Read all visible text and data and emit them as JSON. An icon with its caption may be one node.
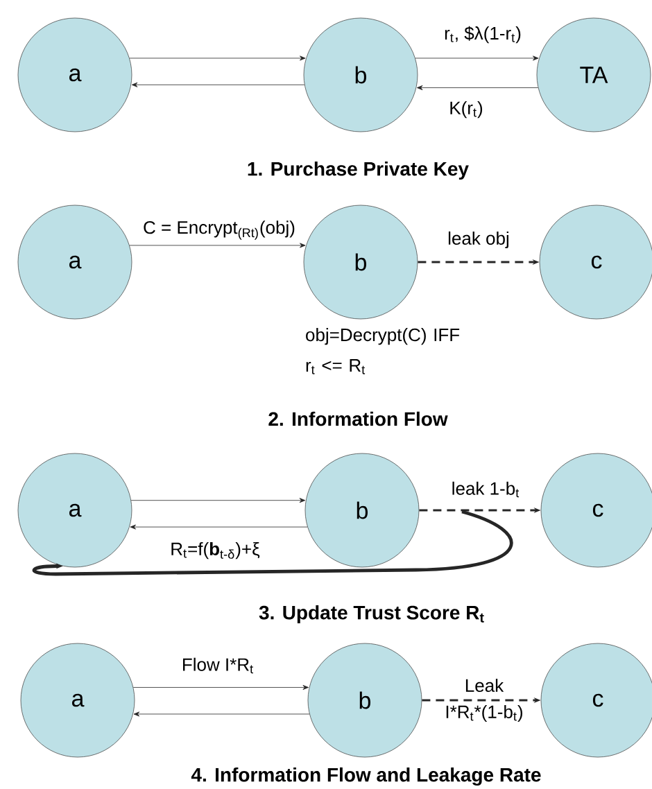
{
  "diagram": {
    "nodes": [
      {
        "text": [
          "a"
        ]
      },
      {
        "text": [
          "b"
        ]
      },
      {
        "text": [
          "TA"
        ]
      },
      {
        "text": [
          "a"
        ]
      },
      {
        "text": [
          "b"
        ],
        "beside": [
          "obj=Decrypt(C) IFF r$_{t}$ <= R$_{t}$"
        ]
      },
      {
        "text": [
          "c"
        ]
      },
      {
        "text": [
          "a"
        ]
      },
      {
        "text": [
          "b"
        ]
      },
      {
        "text": [
          "c"
        ]
      },
      {
        "text": [
          "a"
        ]
      },
      {
        "text": [
          "b"
        ]
      },
      {
        "text": [
          "c"
        ]
      }
    ],
    "edges": [
      {
        "from": 0,
        "to": 1,
        "arrow": "to"
      },
      {
        "from": 1,
        "to": 0,
        "arrow": "to"
      },
      {
        "from": 1,
        "to": 2,
        "arrow": "to",
        "label": "r$_{t}$, $λ(1-r$_{t}$)"
      },
      {
        "from": 2,
        "to": 1,
        "arrow": "to",
        "label": "K(r$_{t}$)"
      },
      {
        "from": 3,
        "to": 4,
        "arrow": "to",
        "label": "C = Encrypt$_{(Rt)}$(obj)"
      },
      {
        "from": 4,
        "to": 5,
        "arrow": "to",
        "label": "leak obj",
        "style": "dashed"
      },
      {
        "from": 6,
        "to": 7,
        "arrow": "to"
      },
      {
        "from": 7,
        "to": 6,
        "arrow": "to",
        "label": "R$_{t}$=f(**b**$_{t-δ}$)+ξ"
      },
      {
        "from": 7,
        "to": 8,
        "arrow": "to",
        "label": "leak 1-b$_{t}$",
        "style": "dashed"
      },
      {
        "from": null,
        "to": 6,
        "arrow": "to",
        "style": "thick"
      },
      {
        "from": 9,
        "to": 10,
        "arrow": "to",
        "label": "Flow I*R$_{t}$"
      },
      {
        "from": 10,
        "to": 9,
        "arrow": "to"
      },
      {
        "from": 10,
        "to": 11,
        "arrow": "to",
        "label": "Leak I*R$_{t}$*(1-b$_{t}$)",
        "style": "dashed"
      }
    ],
    "labels": [
      "1. Purchase Private Key",
      "2. Information Flow",
      "3. Update Trust Score R$_{t}$",
      "4. Information Flow and Leakage Rate"
    ]
  }
}
